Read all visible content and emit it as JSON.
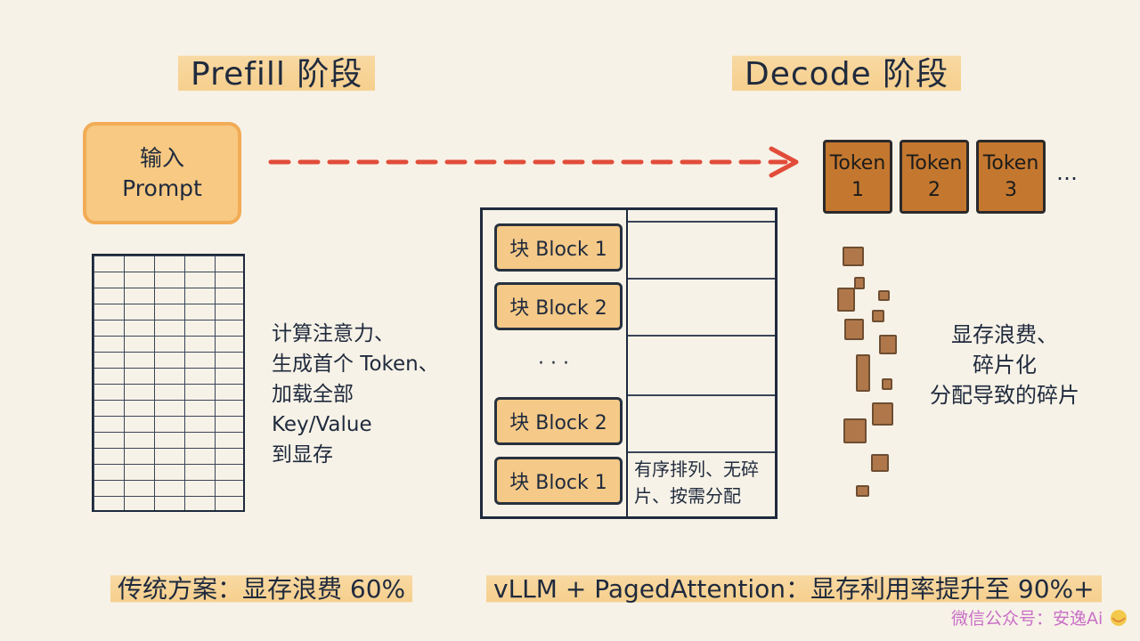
{
  "prefill": {
    "title": "Prefill 阶段",
    "input_line1": "输入",
    "input_line2": "Prompt",
    "note_lines": [
      "计算注意力、",
      "生成首个 Token、",
      "加载全部",
      "Key/Value",
      "到显存"
    ]
  },
  "decode": {
    "title": "Decode 阶段",
    "tokens": [
      {
        "label": "Token",
        "num": "1"
      },
      {
        "label": "Token",
        "num": "2"
      },
      {
        "label": "Token",
        "num": "3"
      }
    ],
    "tokens_ellipsis": "…",
    "note_lines": [
      "显存浪费、",
      "碎片化",
      "分配导致的碎片"
    ]
  },
  "paged": {
    "blocks": [
      "块 Block 1",
      "块 Block 2",
      "块 Block 2",
      "块 Block 1"
    ],
    "ellipsis": "· · ·",
    "note_lines": [
      "有序排列、无碎",
      "片、按需分配"
    ]
  },
  "footer": {
    "left": "传统方案：显存浪费 60%",
    "right": "vLLM + PagedAttention：显存利用率提升至 90%+"
  },
  "watermark": "微信公众号：安逸Ai",
  "colors": {
    "arrow": "#e24c3a",
    "highlight": "#f6cf8e",
    "token_fill": "#c4782f",
    "ink": "#1f2a3d"
  }
}
